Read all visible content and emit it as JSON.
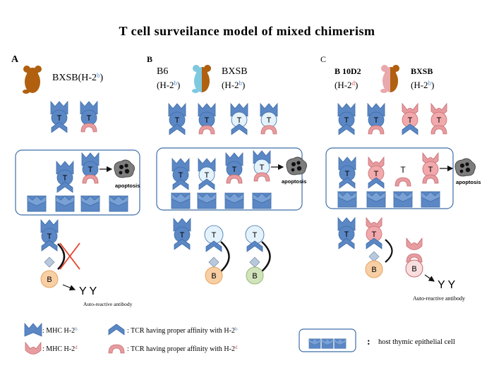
{
  "title": "T cell surveilance model of mixed chimerism",
  "panels": {
    "a": {
      "letter": "A",
      "mouse_label": "BXSB(H-2",
      "mouse_sup": "b",
      "mouse_close": ")"
    },
    "b": {
      "letter": "B",
      "donor_name": "B6",
      "donor_hap": "(H-2",
      "donor_sup": "b",
      "donor_close": ")",
      "host_name": "BXSB",
      "host_hap": "(H-2",
      "host_sup": "b",
      "host_close": ")"
    },
    "c": {
      "letter": "C",
      "donor_name": "B 10D2",
      "donor_hap": "(H-2",
      "donor_sup": "d",
      "donor_close": ")",
      "host_name": "BXSB",
      "host_hap": "(H-2",
      "host_sup": "b",
      "host_close": ")"
    }
  },
  "labels": {
    "t": "T",
    "b": "B",
    "apoptosis": "apoptosis",
    "antibody_glyphs": "Y Y",
    "auto_reactive_antibody": "Auto-reactive antibody"
  },
  "legend": {
    "mhc_b": ": MHC H-2",
    "mhc_b_sup": "b",
    "mhc_d": ": MHC H-2",
    "mhc_d_sup": "d",
    "tcr_b": ": TCR having proper affinity  with H-2",
    "tcr_b_sup": "b",
    "tcr_d": ": TCR having proper affinity  with H-2",
    "tcr_d_sup": "d",
    "thymic": "host thymic epithelial cell",
    "thymic_colon": ":"
  },
  "colors": {
    "blue": "#5b87c5",
    "blue_dark": "#3f6ea8",
    "light_blue": "#e4f2fb",
    "pink": "#e79c9f",
    "pink_light": "#f8dede",
    "orange": "#f8cfa4",
    "green": "#d1e3bb",
    "mouse_brown": "#b0600f",
    "mouse_cyan": "#7ec8e0",
    "superscript_blue": "#4f8fd1",
    "superscript_red": "#d96060",
    "cross_red": "#e8402a"
  }
}
